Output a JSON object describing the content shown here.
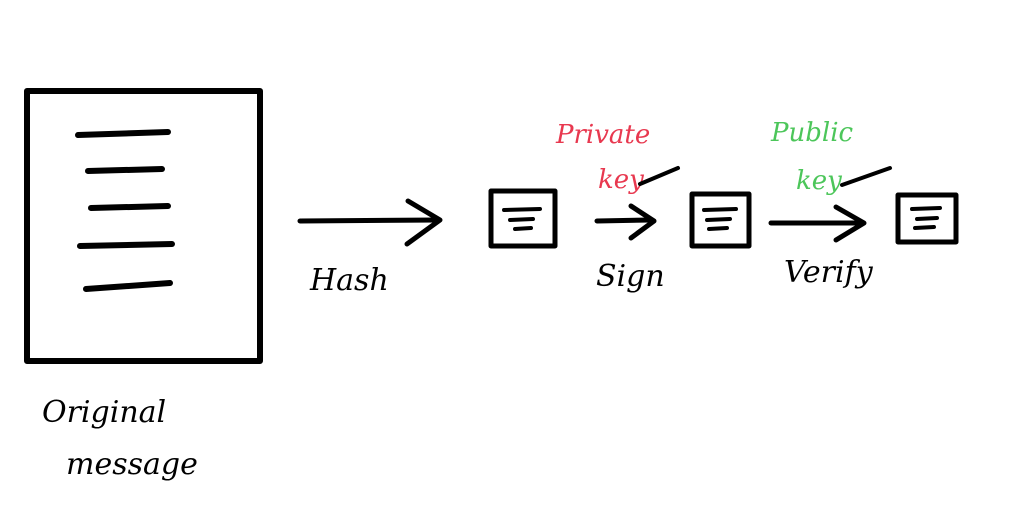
{
  "steps": {
    "original": {
      "caption_line1": "Original",
      "caption_line2": "message"
    },
    "hash": {
      "label": "Hash"
    },
    "sign": {
      "label": "Sign",
      "key_line1": "Private",
      "key_line2": "key"
    },
    "verify": {
      "label": "Verify",
      "key_line1": "Public",
      "key_line2": "key"
    }
  },
  "colors": {
    "ink": "#000000",
    "private_key": "#e8384f",
    "public_key": "#4cc65a"
  }
}
